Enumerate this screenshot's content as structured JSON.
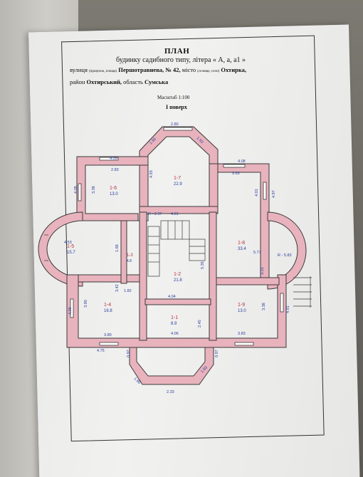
{
  "header": {
    "title": "ПЛАН",
    "subtitle": "будинку садибного типу, літера « А, а, а1 »",
    "street_prefix": "вулиця",
    "street_hint": "(провулок, площа)",
    "street_name": "Першотравнева, № 42,",
    "city_prefix": "місто",
    "city_hint": "(селище, село)",
    "city_name": "Охтирка,",
    "district_prefix": "район",
    "district_name": "Охтирський,",
    "region_prefix": "область",
    "region_name": "Сумська",
    "scale": "Масштаб 1:100",
    "floor": "I поверх"
  },
  "colors": {
    "wall_fill": "#e8b3bd",
    "wall_stroke": "#3a3a3a",
    "annotation_blue": "#2a3f9e",
    "annotation_red": "#b8313e"
  },
  "rooms": [
    {
      "id": "1-6",
      "area": "13.0"
    },
    {
      "id": "1-7",
      "area": "22.9"
    },
    {
      "id": "1-8",
      "area": "33.4"
    },
    {
      "id": "1-5",
      "area": "15.7"
    },
    {
      "id": "1-3",
      "area": "4.8"
    },
    {
      "id": "1-2",
      "area": "21.8"
    },
    {
      "id": "1-4",
      "area": "16.8"
    },
    {
      "id": "1-1",
      "area": "8.9"
    },
    {
      "id": "1-9",
      "area": "13.0"
    }
  ],
  "dimensions": {
    "top_bay": "2.80",
    "bay_left": "1.95",
    "bay_right": "1.93",
    "top_left_wall": "4.05",
    "room6_width": "2.83",
    "room7_depth": "4.93",
    "room6_depth": "3.38",
    "outer_left": "4.08",
    "room8_width": "3.63",
    "top_right_wall": "4.08",
    "room8_depth": "4.01",
    "outer_right": "4.97",
    "r_left": "R - 2.97",
    "center_width": "4.01",
    "room5_width": "4.53",
    "room3_depth": "1.66",
    "r_right": "R - 5.83",
    "room8_span": "5.77",
    "center_depth": "5.35",
    "bay_right_depth": "3.25",
    "room4_depth": "3.42",
    "small_a": "1.82",
    "room2_width": "4.04",
    "room1_depth": "2.45",
    "room9_depth": "3.38",
    "outer_left_low": "4.05",
    "room4_left": "3.90",
    "outer_right_low": "4.91",
    "room4_width": "3.80",
    "room1_width": "4.06",
    "room9_width": "3.83",
    "bottom_left": "4.75",
    "porch_left": "0.97",
    "porch_right": "0.97",
    "porch_diag_l": "1.86",
    "porch_diag_r": "1.83",
    "porch_width": "2.33"
  }
}
